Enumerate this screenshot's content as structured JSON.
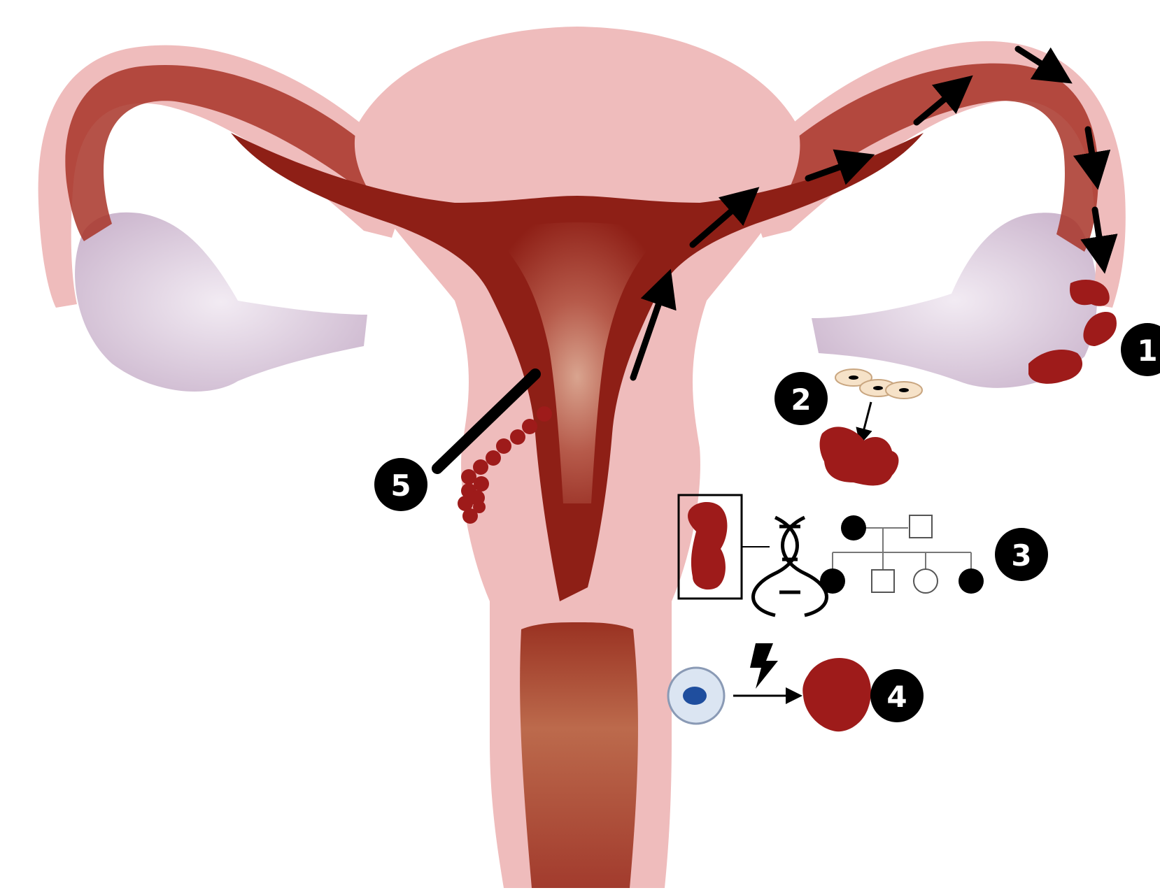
{
  "badges": {
    "one": "1",
    "two": "2",
    "three": "3",
    "four": "4",
    "five": "5"
  },
  "colors": {
    "background": "#ffffff",
    "tissue_light": "#efbcbc",
    "tissue_mid": "#e59a95",
    "tissue_dark": "#8e1f16",
    "cavity_center": "#c97763",
    "ovary": "#ddcfdf",
    "lesion": "#9e1b1a",
    "badge": "#000000",
    "cell_fill": "#dbe5f2",
    "cell_nucleus": "#1f4e9e",
    "egg_fill": "#f6e2c8"
  },
  "icons": {
    "tubal_arrows": "arrow-icon",
    "dna": "dna-helix-icon",
    "lightning": "lightning-bolt-icon",
    "scalpel": "scalpel-icon",
    "pedigree": "family-pedigree-icon"
  }
}
